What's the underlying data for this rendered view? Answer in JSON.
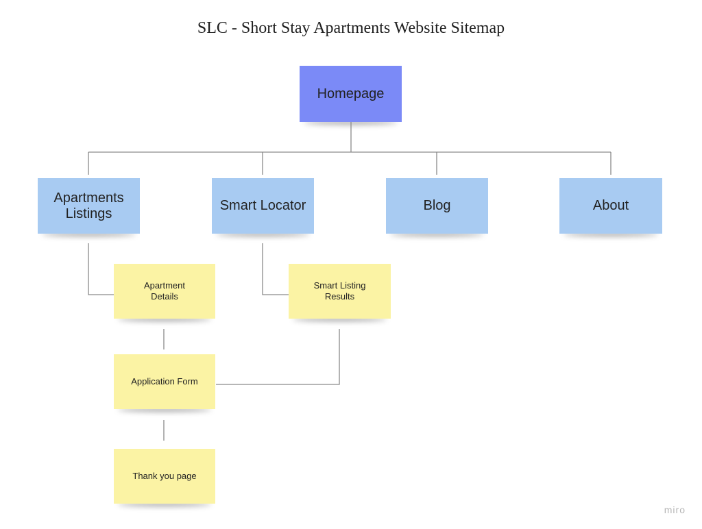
{
  "title": "SLC - Short Stay Apartments Website Sitemap",
  "nodes": {
    "homepage": "Homepage",
    "apartments_listings": "Apartments\nListings",
    "smart_locator": "Smart Locator",
    "blog": "Blog",
    "about": "About",
    "apartment_details": "Apartment\nDetails",
    "smart_listing_results": "Smart Listing\nResults",
    "application_form": "Application Form",
    "thank_you_page": "Thank you page"
  },
  "logo": "miro",
  "colors": {
    "homepage_fill": "#7b8af7",
    "section_fill": "#a8cbf2",
    "subpage_fill": "#fbf3a4",
    "connector": "#8a8a8a"
  }
}
